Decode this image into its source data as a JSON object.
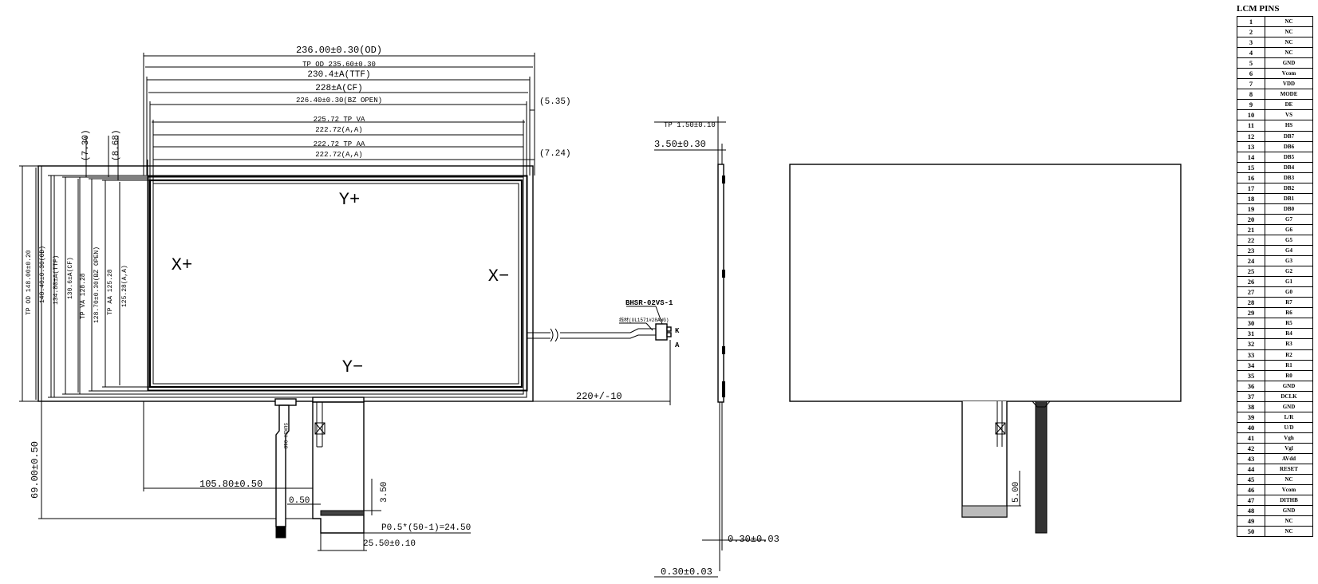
{
  "front_view": {
    "dims": {
      "od": "236.00±0.30(OD)",
      "tp_od": "TP OD 235.60±0.30",
      "ttf": "230.4±A(TTF)",
      "cf": "228±A(CF)",
      "bz": "226.40±0.30(BZ OPEN)",
      "tp_va": "225.72 TP VA",
      "va_aa": "222.72(A,A)",
      "tp_aa": "222.72 TP AA",
      "aa2": "222.72(A,A)",
      "right_off": "(5.35)",
      "right_off2": "(7.24)",
      "left_off1": "(7.30)",
      "left_off2": "(8.68)",
      "v_tp_od": "TP OD 148.00±0.20",
      "v_od": "148.40±0.30(OD)",
      "v_ttf": "134.80±A(TTF)",
      "v_cf": "130.6±A(CF)",
      "v_tp_va": "TP VA 128.28",
      "v_bz": "128.70±0.30(BZ OPEN)",
      "v_tp_aa": "TP AA 125.28",
      "v_aa": "125.28(A,A)",
      "fpc_h": "69.00±0.50",
      "fpc_x": "105.80±0.50",
      "fpc_gap": "0.50",
      "fpc_w": "3.50",
      "pitch": "P0.5*(50-1)=24.50",
      "fpc_width": "25.50±0.10",
      "cable_len": "220+/-10",
      "connector": "BHSR-02VS-1",
      "wire_note": "线材(UL1571#28AWG)",
      "pin_k": "K",
      "pin_a": "A",
      "fpc_text": "SUKUH-018"
    },
    "axes": {
      "y_plus": "Y+",
      "y_minus": "Y−",
      "x_plus": "X+",
      "x_minus": "X−"
    }
  },
  "side_view": {
    "tp_thick": "TP 1.50±0.10",
    "total": "3.50±0.30",
    "fpc_thick": "0.30±0.03",
    "fpc_thick2": "0.30±0.03"
  },
  "back_view": {
    "stiff": "5.00"
  },
  "lcm_pins": {
    "title": "LCM PINS",
    "rows": [
      {
        "no": "1",
        "name": "NC"
      },
      {
        "no": "2",
        "name": "NC"
      },
      {
        "no": "3",
        "name": "NC"
      },
      {
        "no": "4",
        "name": "NC"
      },
      {
        "no": "5",
        "name": "GND"
      },
      {
        "no": "6",
        "name": "Vcom"
      },
      {
        "no": "7",
        "name": "VDD"
      },
      {
        "no": "8",
        "name": "MODE"
      },
      {
        "no": "9",
        "name": "DE"
      },
      {
        "no": "10",
        "name": "VS"
      },
      {
        "no": "11",
        "name": "HS"
      },
      {
        "no": "12",
        "name": "DB7"
      },
      {
        "no": "13",
        "name": "DB6"
      },
      {
        "no": "14",
        "name": "DB5"
      },
      {
        "no": "15",
        "name": "DB4"
      },
      {
        "no": "16",
        "name": "DB3"
      },
      {
        "no": "17",
        "name": "DB2"
      },
      {
        "no": "18",
        "name": "DB1"
      },
      {
        "no": "19",
        "name": "DB0"
      },
      {
        "no": "20",
        "name": "G7"
      },
      {
        "no": "21",
        "name": "G6"
      },
      {
        "no": "22",
        "name": "G5"
      },
      {
        "no": "23",
        "name": "G4"
      },
      {
        "no": "24",
        "name": "G3"
      },
      {
        "no": "25",
        "name": "G2"
      },
      {
        "no": "26",
        "name": "G1"
      },
      {
        "no": "27",
        "name": "G0"
      },
      {
        "no": "28",
        "name": "R7"
      },
      {
        "no": "29",
        "name": "R6"
      },
      {
        "no": "30",
        "name": "R5"
      },
      {
        "no": "31",
        "name": "R4"
      },
      {
        "no": "32",
        "name": "R3"
      },
      {
        "no": "33",
        "name": "R2"
      },
      {
        "no": "34",
        "name": "R1"
      },
      {
        "no": "35",
        "name": "R0"
      },
      {
        "no": "36",
        "name": "GND"
      },
      {
        "no": "37",
        "name": "DCLK"
      },
      {
        "no": "38",
        "name": "GND"
      },
      {
        "no": "39",
        "name": "L/R"
      },
      {
        "no": "40",
        "name": "U/D"
      },
      {
        "no": "41",
        "name": "Vgh"
      },
      {
        "no": "42",
        "name": "Vgl"
      },
      {
        "no": "43",
        "name": "AVdd"
      },
      {
        "no": "44",
        "name": "RESET"
      },
      {
        "no": "45",
        "name": "NC"
      },
      {
        "no": "46",
        "name": "Vcom"
      },
      {
        "no": "47",
        "name": "DITHB"
      },
      {
        "no": "48",
        "name": "GND"
      },
      {
        "no": "49",
        "name": "NC"
      },
      {
        "no": "50",
        "name": "NC"
      }
    ]
  }
}
